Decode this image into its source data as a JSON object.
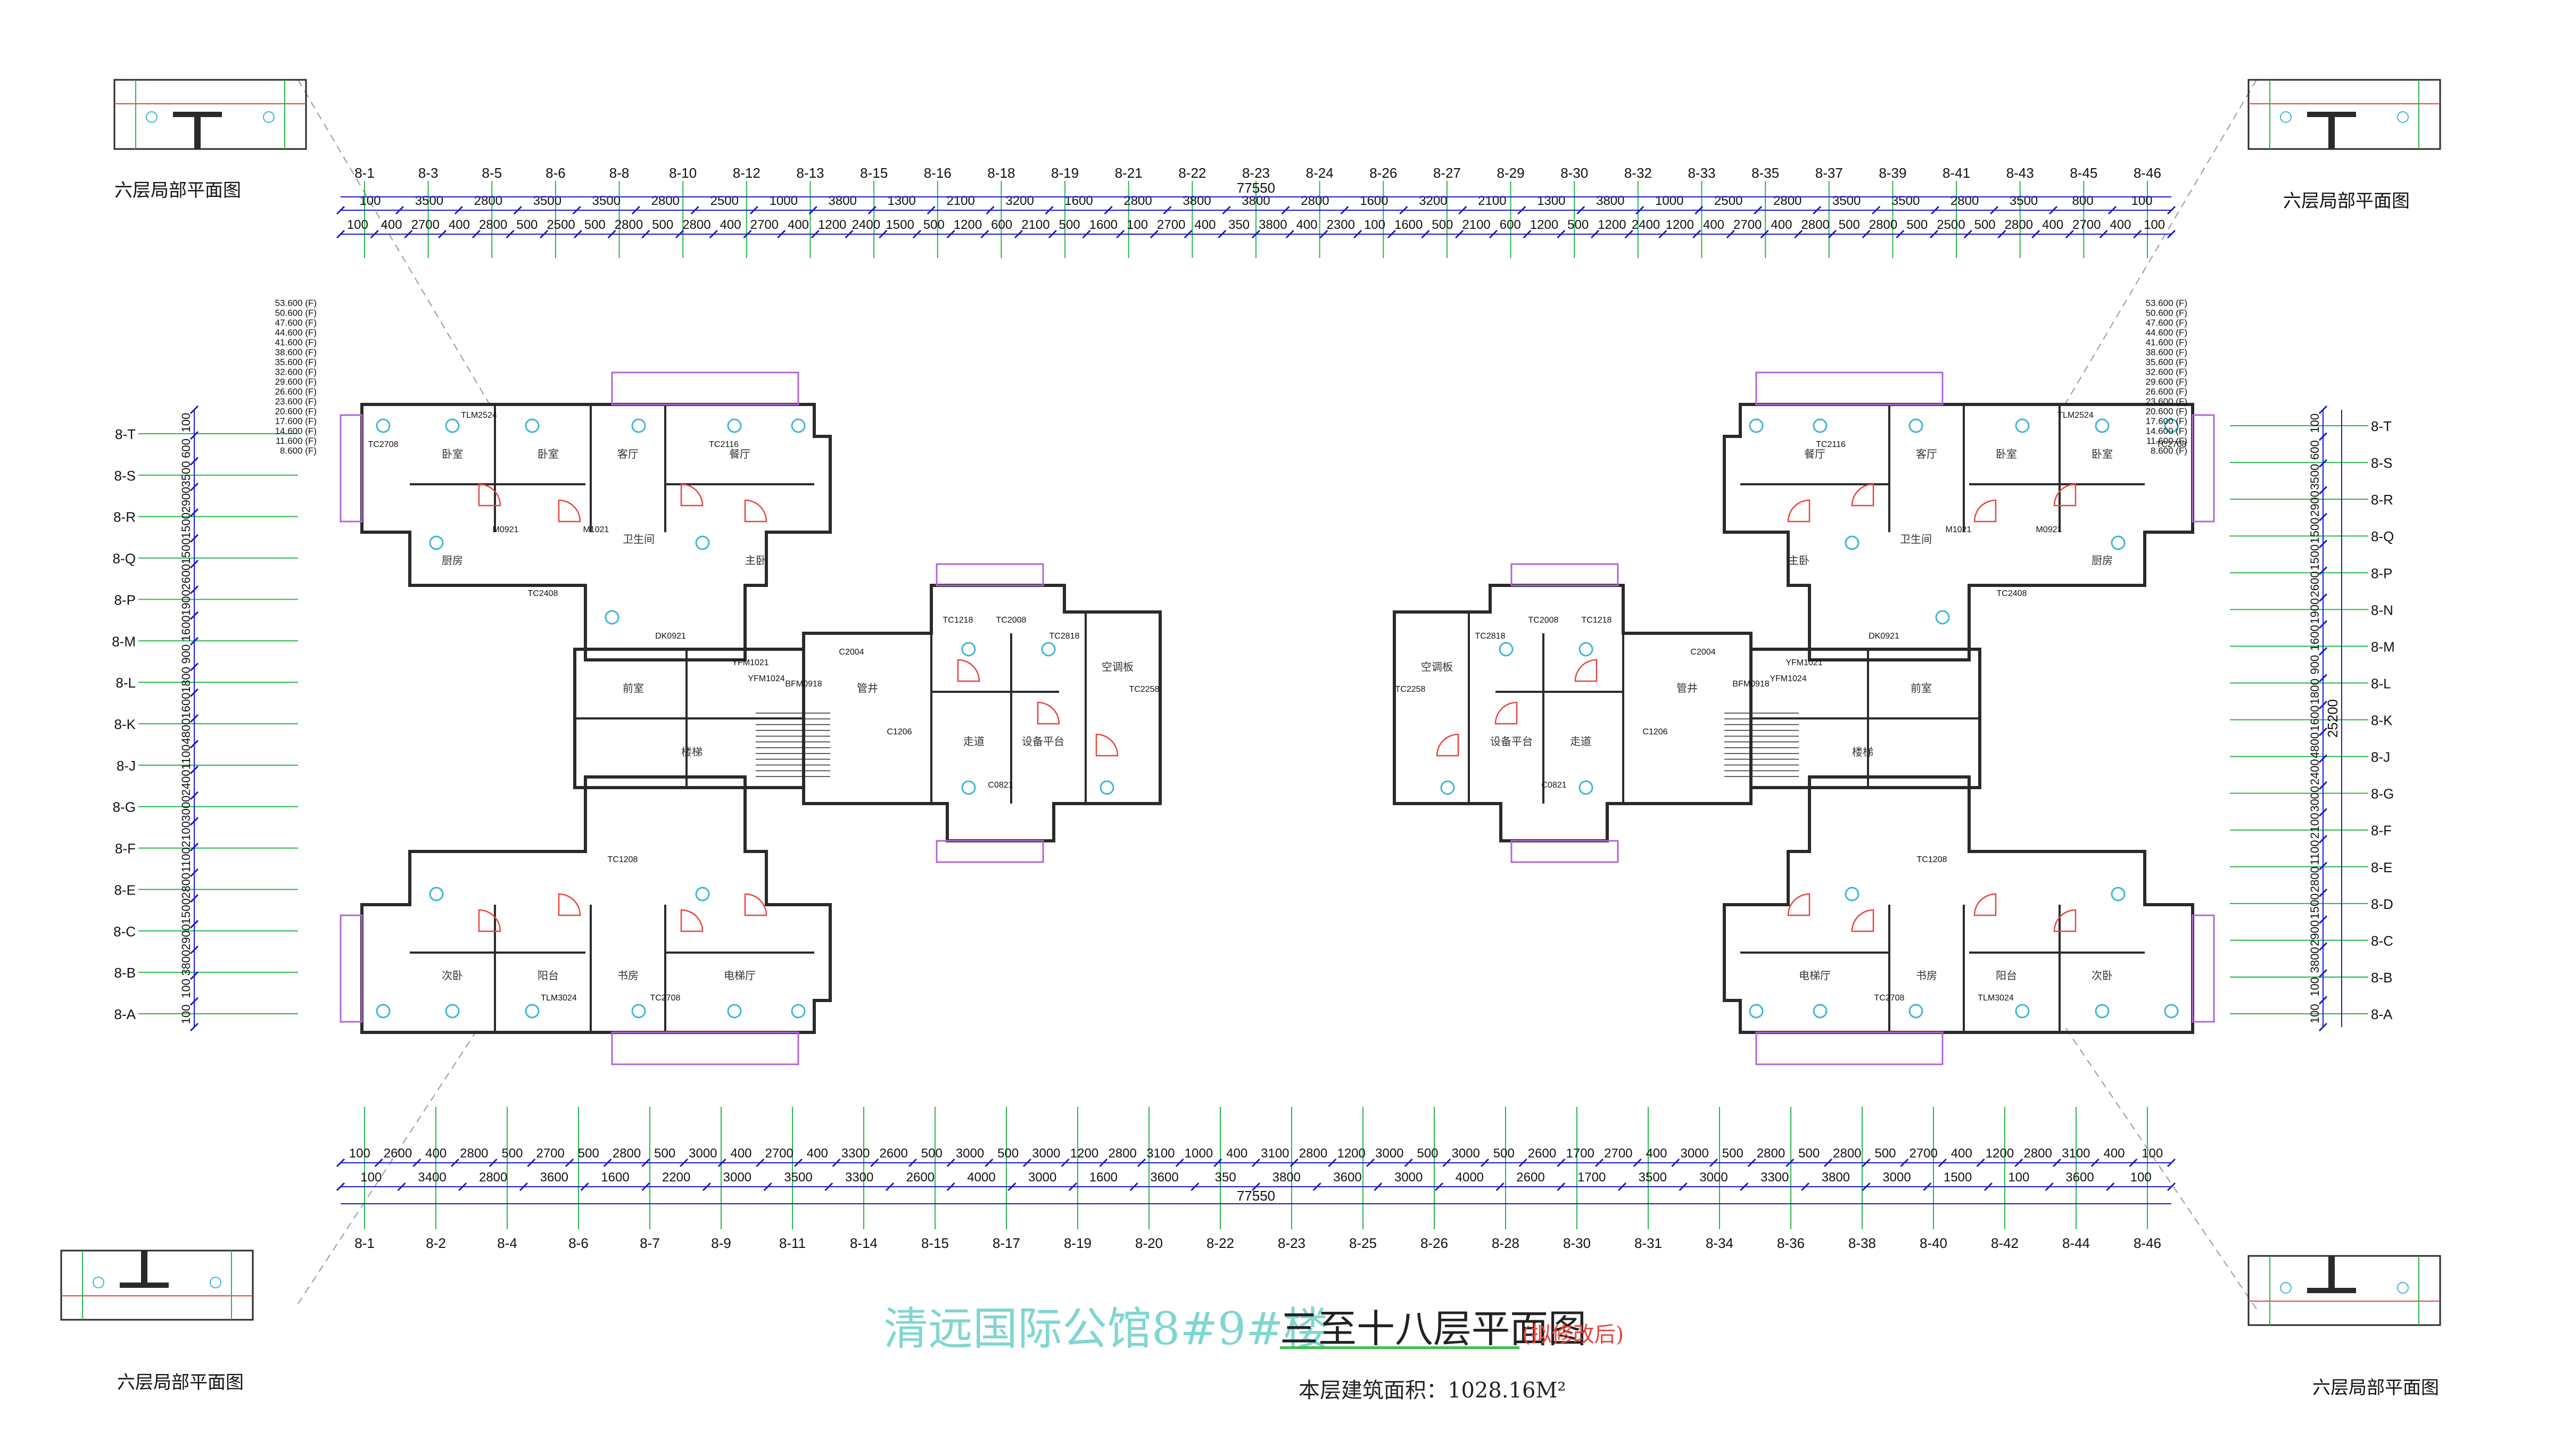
{
  "title": {
    "main": "清远国际公馆8#9#楼",
    "sub": "三至十八层平面图",
    "note": "(拟修改后)",
    "area_label": "本层建筑面积：1028.16M²"
  },
  "detail_label": "六层局部平面图",
  "total_dimension": "77550",
  "grid_top": [
    "8-1",
    "8-3",
    "8-5",
    "8-6",
    "8-8",
    "8-10",
    "8-12",
    "8-13",
    "8-15",
    "8-16",
    "8-18",
    "8-19",
    "8-21",
    "8-22",
    "8-23",
    "8-24",
    "8-26",
    "8-27",
    "8-29",
    "8-30",
    "8-32",
    "8-33",
    "8-35",
    "8-37",
    "8-39",
    "8-41",
    "8-43",
    "8-45",
    "8-46"
  ],
  "grid_bottom": [
    "8-1",
    "8-2",
    "8-4",
    "8-6",
    "8-7",
    "8-9",
    "8-11",
    "8-14",
    "8-15",
    "8-17",
    "8-19",
    "8-20",
    "8-22",
    "8-23",
    "8-25",
    "8-26",
    "8-28",
    "8-30",
    "8-31",
    "8-34",
    "8-36",
    "8-38",
    "8-40",
    "8-42",
    "8-44",
    "8-46"
  ],
  "grid_left": [
    "8-T",
    "8-S",
    "8-R",
    "8-Q",
    "8-P",
    "8-M",
    "8-L",
    "8-K",
    "8-J",
    "8-G",
    "8-F",
    "8-E",
    "8-C",
    "8-B",
    "8-A"
  ],
  "grid_right": [
    "8-T",
    "8-S",
    "8-R",
    "8-Q",
    "8-P",
    "8-N",
    "8-M",
    "8-L",
    "8-K",
    "8-J",
    "8-G",
    "8-F",
    "8-E",
    "8-D",
    "8-C",
    "8-B",
    "8-A"
  ],
  "dims_top_1": [
    "100",
    "3500",
    "2800",
    "3500",
    "3500",
    "2800",
    "2500",
    "1000",
    "3800",
    "1300",
    "2100",
    "3200",
    "1600",
    "2800",
    "3800",
    "3800",
    "2800",
    "1600",
    "3200",
    "2100",
    "1300",
    "3800",
    "1000",
    "2500",
    "2800",
    "3500",
    "3500",
    "2800",
    "3500",
    "800",
    "100"
  ],
  "dims_top_2": [
    "100",
    "400",
    "2700",
    "400",
    "2800",
    "500",
    "2500",
    "500",
    "2800",
    "500",
    "2800",
    "400",
    "2700",
    "400",
    "1200",
    "2400",
    "1500",
    "500",
    "1200",
    "600",
    "2100",
    "500",
    "1600",
    "100",
    "2700",
    "400",
    "350",
    "3800",
    "400",
    "2300",
    "100",
    "1600",
    "500",
    "2100",
    "600",
    "1200",
    "500",
    "1200",
    "2400",
    "1200",
    "400",
    "2700",
    "400",
    "2800",
    "500",
    "2800",
    "500",
    "2500",
    "500",
    "2800",
    "400",
    "2700",
    "400",
    "100"
  ],
  "dims_bottom_1": [
    "100",
    "3400",
    "2800",
    "3600",
    "1600",
    "2200",
    "3000",
    "3500",
    "3300",
    "2600",
    "4000",
    "3000",
    "1600",
    "3600",
    "350",
    "3800",
    "3600",
    "3000",
    "4000",
    "2600",
    "1700",
    "3500",
    "3000",
    "3300",
    "3800",
    "3000",
    "1500",
    "100",
    "3600",
    "100"
  ],
  "dims_bottom_2": [
    "100",
    "2600",
    "400",
    "2800",
    "500",
    "2700",
    "500",
    "2800",
    "500",
    "3000",
    "400",
    "2700",
    "400",
    "3300",
    "2600",
    "500",
    "3000",
    "500",
    "3000",
    "1200",
    "2800",
    "3100",
    "1000",
    "400",
    "3100",
    "2800",
    "1200",
    "3000",
    "500",
    "3000",
    "500",
    "2600",
    "1700",
    "2700",
    "400",
    "3000",
    "500",
    "2800",
    "500",
    "2800",
    "500",
    "2700",
    "400",
    "1200",
    "2800",
    "3100",
    "400",
    "100"
  ],
  "dims_left": [
    "100",
    "600",
    "3500",
    "2900",
    "1500",
    "1500",
    "2600",
    "1900",
    "1600",
    "900",
    "1800",
    "1600",
    "4800",
    "1100",
    "2400",
    "3000",
    "2100",
    "1100",
    "2800",
    "1500",
    "2900",
    "3800",
    "100",
    "100"
  ],
  "dims_right": [
    "100",
    "600",
    "3500",
    "2900",
    "1500",
    "1500",
    "2600",
    "1900",
    "1600",
    "900",
    "1800",
    "1600",
    "4800",
    "2400",
    "3000",
    "2100",
    "1100",
    "2800",
    "1500",
    "2900",
    "3800",
    "100",
    "100"
  ],
  "total_right": "25200",
  "elevation_values": [
    "53.600",
    "50.600",
    "47.600",
    "44.600",
    "41.600",
    "38.600",
    "35.600",
    "32.600",
    "29.600",
    "26.600",
    "23.600",
    "20.600",
    "17.600",
    "14.600",
    "11.600",
    "8.600"
  ],
  "room_labels": [
    "卧室",
    "卧室",
    "客厅",
    "餐厅",
    "厨房",
    "卫生间",
    "主卧",
    "次卧",
    "阳台",
    "书房",
    "电梯厅",
    "楼梯",
    "前室",
    "走道",
    "设备平台",
    "空调板",
    "管井"
  ],
  "door_window_tags": [
    "TLM2524",
    "TC2708",
    "TC2116",
    "TC2408",
    "M0921",
    "M1021",
    "DK0921",
    "TC1208",
    "TLM3024",
    "TC2708",
    "YFM1021",
    "YFM1024",
    "BFM0918",
    "C2004",
    "C0821",
    "TC1218",
    "TC2008",
    "TC2818",
    "C1206",
    "TC2258"
  ],
  "colors": {
    "background": "#ffffff",
    "wall": "#2a2a2a",
    "axis": "#29b64a",
    "dimension": "#1a1ad0",
    "dashed": "#9a9a9a",
    "room_text": "#ff6fb8",
    "balcony": "#b066d6",
    "fixture": "#3fb6d6",
    "door": "#e8453c",
    "title": "#7fd6d0",
    "note": "#e8453c"
  }
}
